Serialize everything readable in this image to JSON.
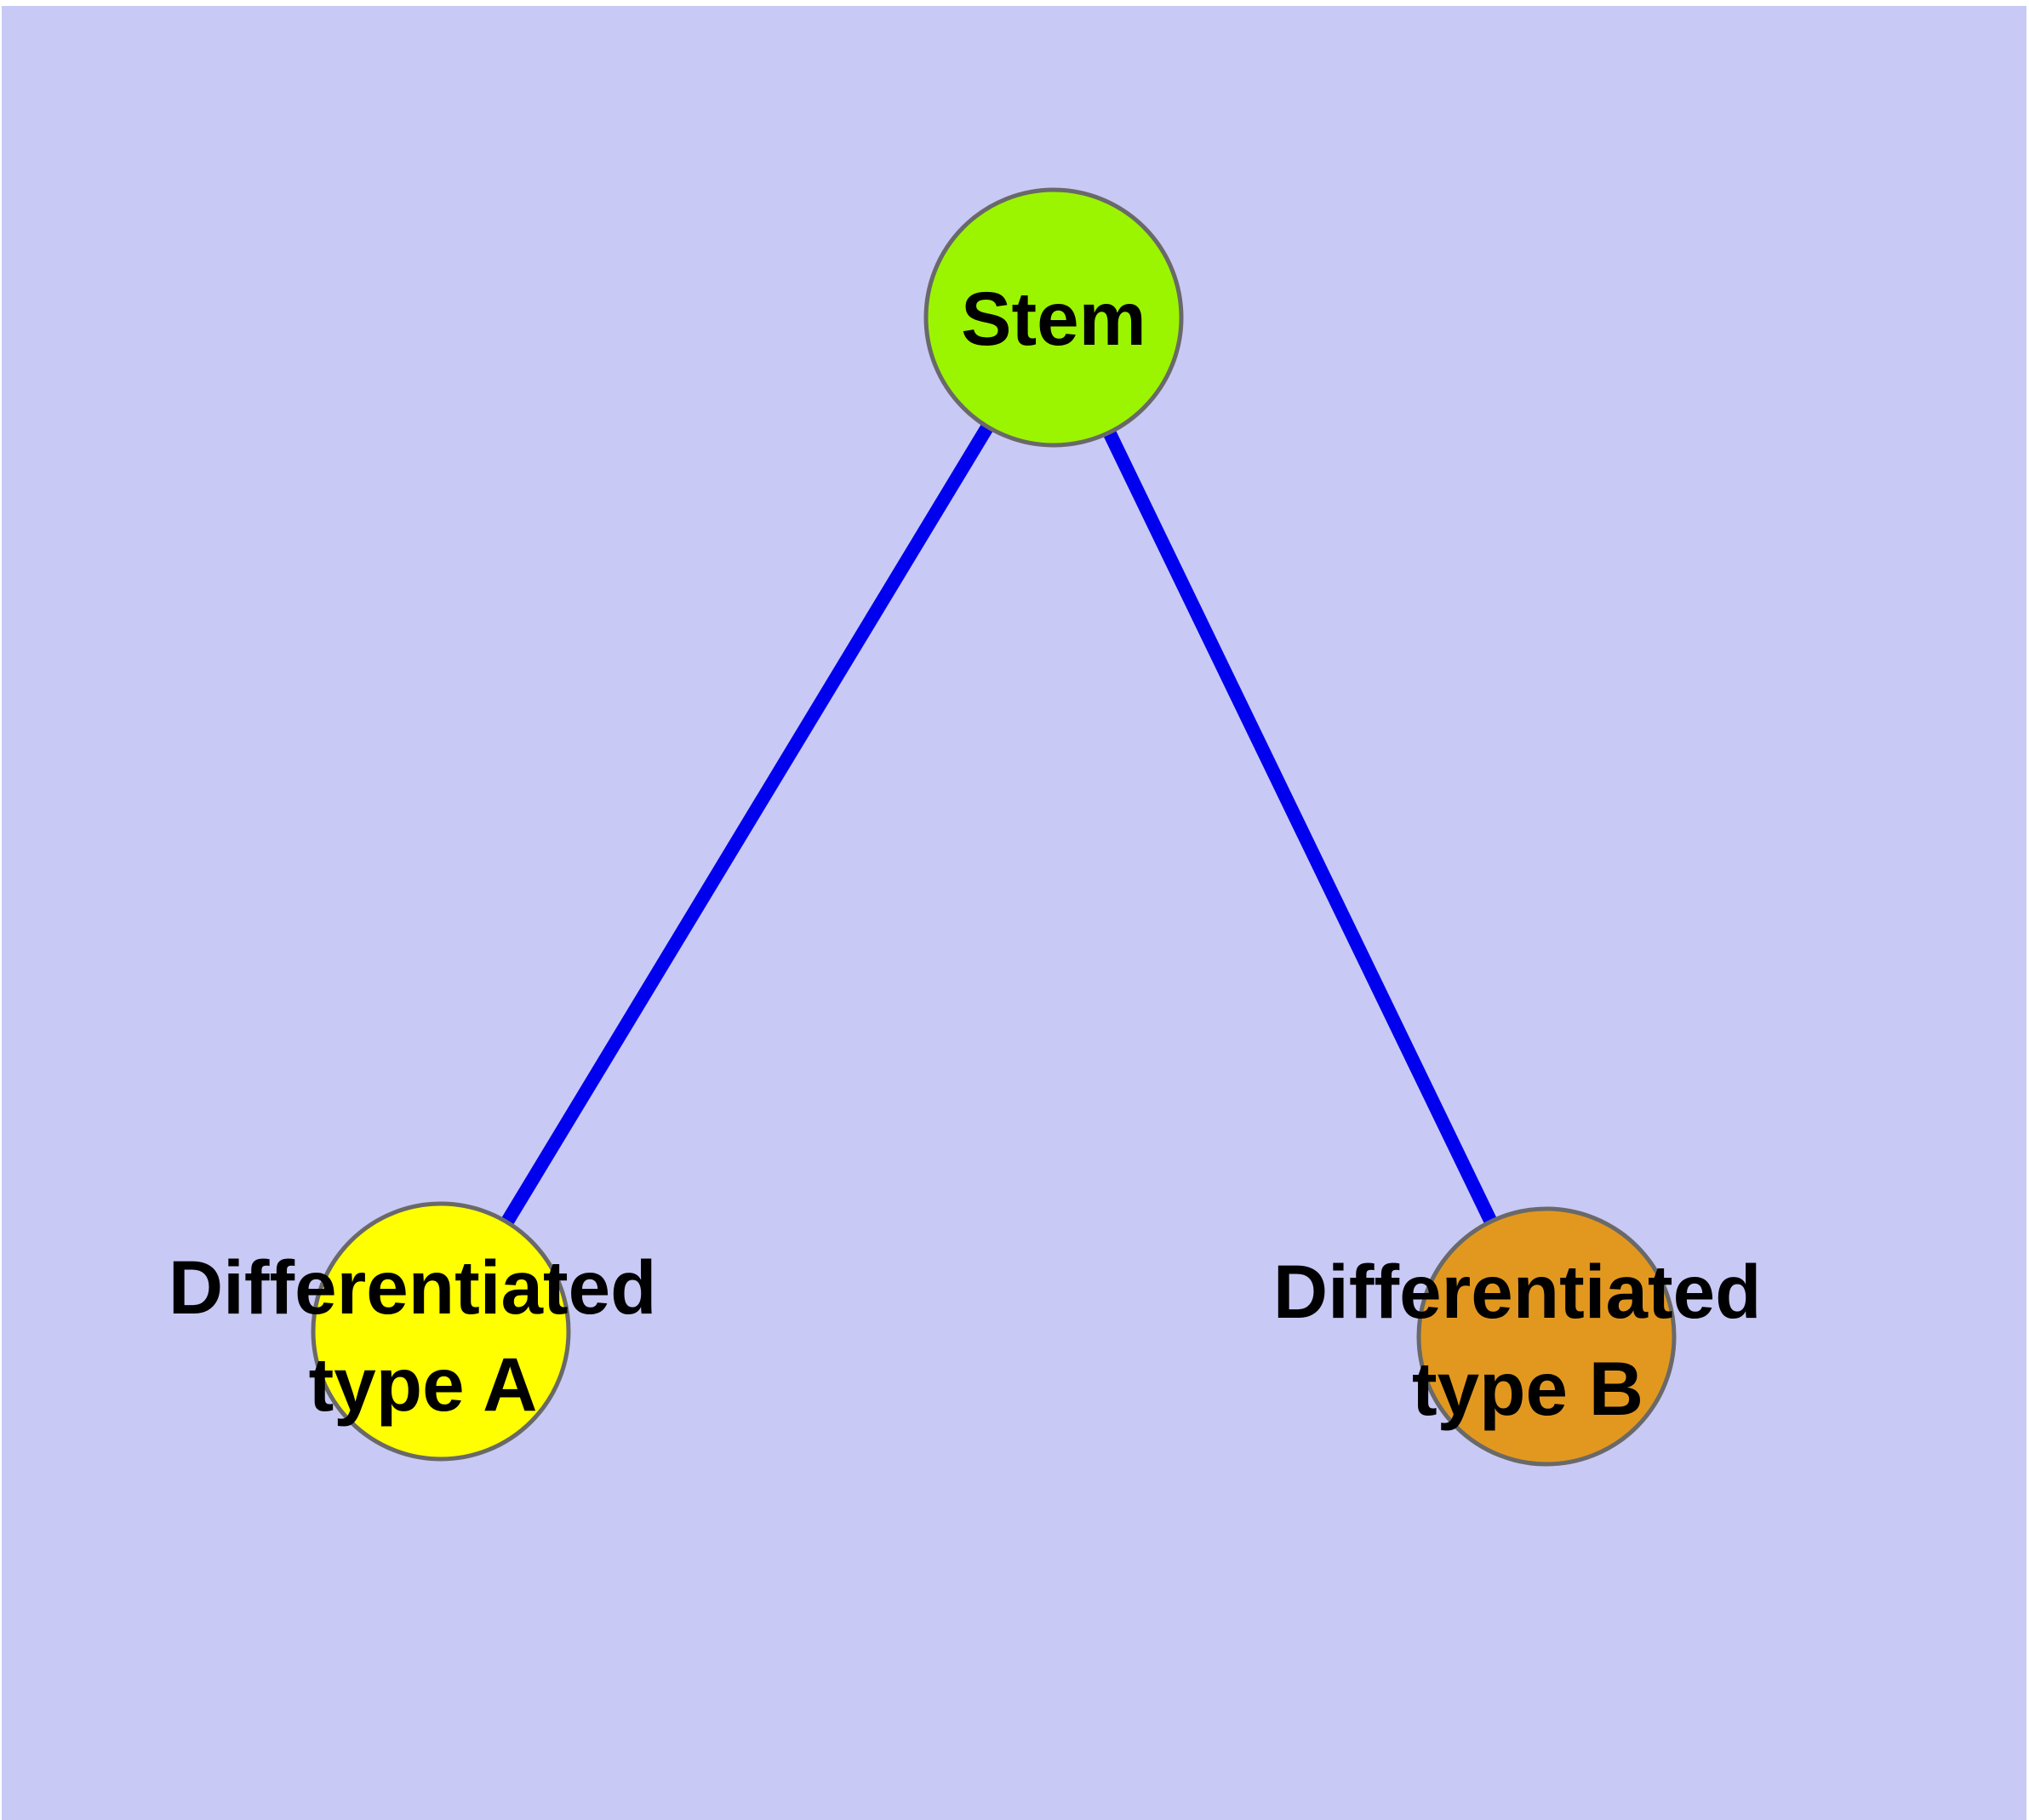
{
  "colors": {
    "page_margin": "#ffffff",
    "background": "#c9c9f5",
    "edge": "#0000ee",
    "node_border": "#696969",
    "label_text": "#000000"
  },
  "graph": {
    "type": "node-link-diagram",
    "nodes": [
      {
        "id": "stem",
        "label": "Stem",
        "lines": [
          "Stem"
        ],
        "color": "#9bf500"
      },
      {
        "id": "typeA",
        "label": "Differentiated type A",
        "lines": [
          "Differentiated",
          "type A"
        ],
        "color": "#ffff00"
      },
      {
        "id": "typeB",
        "label": "Differentiated type B",
        "lines": [
          "Differentiated",
          "type B"
        ],
        "color": "#e2981f"
      }
    ],
    "edges": [
      {
        "from": "stem",
        "to": "typeA"
      },
      {
        "from": "stem",
        "to": "typeB"
      }
    ]
  }
}
